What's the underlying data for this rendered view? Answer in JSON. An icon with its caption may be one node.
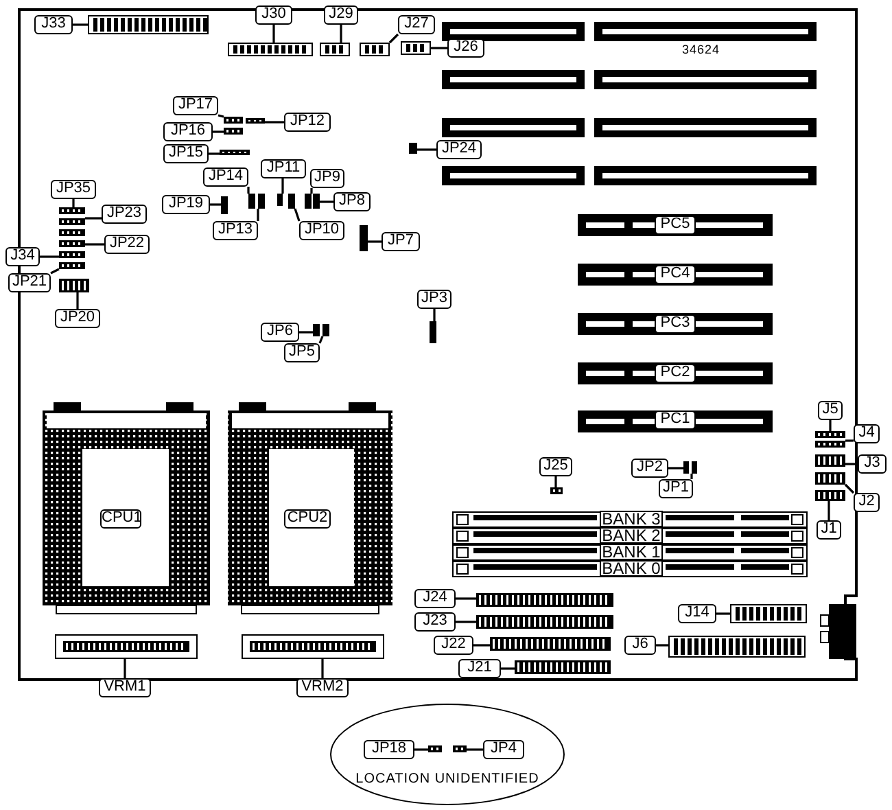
{
  "diagram": {
    "nodes": [
      {
        "text": [
          "J33"
        ]
      },
      {
        "text": [
          "J30"
        ]
      },
      {
        "text": [
          "J29"
        ]
      },
      {
        "text": [
          "J27"
        ]
      },
      {
        "text": [
          "J26"
        ]
      },
      {
        "text": [
          "JP17"
        ]
      },
      {
        "text": [
          "JP12"
        ]
      },
      {
        "text": [
          "JP16"
        ]
      },
      {
        "text": [
          "JP24"
        ]
      },
      {
        "text": [
          "JP15"
        ]
      },
      {
        "text": [
          "JP11"
        ]
      },
      {
        "text": [
          "JP14"
        ]
      },
      {
        "text": [
          "JP9"
        ]
      },
      {
        "text": [
          "JP35"
        ]
      },
      {
        "text": [
          "JP19"
        ]
      },
      {
        "text": [
          "JP8"
        ]
      },
      {
        "text": [
          "JP23"
        ]
      },
      {
        "text": [
          "PC5"
        ]
      },
      {
        "text": [
          "JP13"
        ]
      },
      {
        "text": [
          "JP10"
        ]
      },
      {
        "text": [
          "JP22"
        ]
      },
      {
        "text": [
          "JP7"
        ]
      },
      {
        "text": [
          "J34"
        ]
      },
      {
        "text": [
          "JP21"
        ]
      },
      {
        "text": [
          "PC4"
        ]
      },
      {
        "text": [
          "JP3"
        ]
      },
      {
        "text": [
          "JP20"
        ]
      },
      {
        "text": [
          "PC3"
        ]
      },
      {
        "text": [
          "JP6"
        ]
      },
      {
        "text": [
          "JP5"
        ]
      },
      {
        "text": [
          "PC2"
        ]
      },
      {
        "text": [
          "J5"
        ]
      },
      {
        "text": [
          "PC1"
        ]
      },
      {
        "text": [
          "J4"
        ]
      },
      {
        "text": [
          "J25"
        ]
      },
      {
        "text": [
          "JP2"
        ]
      },
      {
        "text": [
          "J3"
        ]
      },
      {
        "text": [
          "JP1"
        ]
      },
      {
        "text": [
          "J2"
        ]
      },
      {
        "text": [
          "J1"
        ]
      },
      {
        "text": [
          "CPU1"
        ]
      },
      {
        "text": [
          "CPU2"
        ]
      },
      {
        "text": [
          "BANK 3"
        ]
      },
      {
        "text": [
          "BANK 2"
        ]
      },
      {
        "text": [
          "BANK 1"
        ]
      },
      {
        "text": [
          "BANK 0"
        ]
      },
      {
        "text": [
          "J24"
        ]
      },
      {
        "text": [
          "J14"
        ]
      },
      {
        "text": [
          "J23"
        ]
      },
      {
        "text": [
          "J22"
        ]
      },
      {
        "text": [
          "J6"
        ]
      },
      {
        "text": [
          "J21"
        ]
      },
      {
        "text": [
          "VRM1"
        ]
      },
      {
        "text": [
          "VRM2"
        ]
      },
      {
        "text": [
          "LOCATION UNIDENTIFIED"
        ]
      },
      {
        "text": [
          "JP18"
        ],
        "in": 54
      },
      {
        "text": [
          "JP4"
        ],
        "in": 54
      },
      {
        "text": [],
        "shape": "box"
      },
      {
        "text": [],
        "shape": "box"
      },
      {
        "text": [],
        "shape": "box"
      },
      {
        "text": [],
        "shape": "box"
      },
      {
        "text": [],
        "shape": "box"
      },
      {
        "text": [],
        "shape": "box"
      },
      {
        "text": [],
        "shape": "box"
      },
      {
        "text": [],
        "shape": "box"
      },
      {
        "text": [],
        "shape": "box"
      },
      {
        "text": [],
        "shape": "box"
      },
      {
        "text": [],
        "shape": "box"
      },
      {
        "text": [],
        "shape": "box"
      },
      {
        "text": [],
        "shape": "box"
      },
      {
        "text": [],
        "shape": "box"
      },
      {
        "text": [],
        "shape": "box"
      },
      {
        "text": [],
        "shape": "box"
      },
      {
        "text": [],
        "shape": "box"
      },
      {
        "text": [],
        "shape": "box"
      },
      {
        "text": [],
        "shape": "box"
      },
      {
        "text": [],
        "shape": "box"
      },
      {
        "text": [],
        "shape": "box"
      },
      {
        "text": [],
        "shape": "box"
      },
      {
        "text": [],
        "shape": "box"
      },
      {
        "text": [],
        "shape": "box"
      },
      {
        "text": [],
        "shape": "box"
      },
      {
        "text": [],
        "shape": "box"
      },
      {
        "text": [],
        "shape": "box"
      },
      {
        "text": [],
        "shape": "box"
      },
      {
        "text": [],
        "shape": "box"
      },
      {
        "text": [],
        "shape": "box"
      },
      {
        "text": [],
        "shape": "box"
      },
      {
        "text": [],
        "shape": "box"
      },
      {
        "text": [],
        "shape": "box"
      },
      {
        "text": [],
        "shape": "box"
      },
      {
        "text": [],
        "shape": "box"
      },
      {
        "text": [],
        "shape": "box"
      },
      {
        "text": [],
        "shape": "box"
      },
      {
        "text": [],
        "shape": "box"
      },
      {
        "text": [],
        "shape": "box"
      },
      {
        "text": [],
        "shape": "box"
      },
      {
        "text": [],
        "shape": "box"
      },
      {
        "text": [],
        "shape": "box"
      },
      {
        "text": [],
        "shape": "box"
      },
      {
        "text": [],
        "shape": "box",
        "in": 54
      },
      {
        "text": [],
        "shape": "box",
        "in": 54
      }
    ],
    "edges": [
      {
        "from": 0,
        "to": 57,
        "arrow": "none"
      },
      {
        "from": 1,
        "to": 58,
        "arrow": "none"
      },
      {
        "from": 2,
        "to": 59,
        "arrow": "none"
      },
      {
        "from": 3,
        "to": 60,
        "arrow": "none"
      },
      {
        "from": 4,
        "to": 61,
        "arrow": "none"
      },
      {
        "from": 5,
        "to": 62,
        "arrow": "none"
      },
      {
        "from": 6,
        "to": 63,
        "arrow": "none"
      },
      {
        "from": 7,
        "to": 64,
        "arrow": "none"
      },
      {
        "from": 8,
        "to": 65,
        "arrow": "none"
      },
      {
        "from": 9,
        "to": 66,
        "arrow": "none"
      },
      {
        "from": 10,
        "to": 67,
        "arrow": "none"
      },
      {
        "from": 11,
        "to": 68,
        "arrow": "none"
      },
      {
        "from": 12,
        "to": 69,
        "arrow": "none"
      },
      {
        "from": 13,
        "to": 70,
        "arrow": "none"
      },
      {
        "from": 14,
        "to": 71,
        "arrow": "none"
      },
      {
        "from": 15,
        "to": 72,
        "arrow": "none"
      },
      {
        "from": 16,
        "to": 73,
        "arrow": "none"
      },
      {
        "from": 18,
        "to": 74,
        "arrow": "none"
      },
      {
        "from": 19,
        "to": 75,
        "arrow": "none"
      },
      {
        "from": 20,
        "to": 76,
        "arrow": "none"
      },
      {
        "from": 21,
        "to": 77,
        "arrow": "none"
      },
      {
        "from": 22,
        "to": 78,
        "arrow": "none"
      },
      {
        "from": 23,
        "to": 79,
        "arrow": "none"
      },
      {
        "from": 25,
        "to": 80,
        "arrow": "none"
      },
      {
        "from": 26,
        "to": 81,
        "arrow": "none"
      },
      {
        "from": 28,
        "to": 82,
        "arrow": "none"
      },
      {
        "from": 29,
        "to": 83,
        "arrow": "none"
      },
      {
        "from": 31,
        "to": 84,
        "arrow": "none"
      },
      {
        "from": 33,
        "to": 85,
        "arrow": "none"
      },
      {
        "from": 34,
        "to": 86,
        "arrow": "none"
      },
      {
        "from": 35,
        "to": 87,
        "arrow": "none"
      },
      {
        "from": 36,
        "to": 88,
        "arrow": "none"
      },
      {
        "from": 37,
        "to": 89,
        "arrow": "none"
      },
      {
        "from": 38,
        "to": 90,
        "arrow": "none"
      },
      {
        "from": 39,
        "to": 91,
        "arrow": "none"
      },
      {
        "from": 46,
        "to": 92,
        "arrow": "none"
      },
      {
        "from": 47,
        "to": 93,
        "arrow": "none"
      },
      {
        "from": 48,
        "to": 94,
        "arrow": "none"
      },
      {
        "from": 49,
        "to": 95,
        "arrow": "none"
      },
      {
        "from": 50,
        "to": 96,
        "arrow": "none"
      },
      {
        "from": 51,
        "to": 97,
        "arrow": "none"
      },
      {
        "from": 52,
        "to": 98,
        "arrow": "none"
      },
      {
        "from": 53,
        "to": 99,
        "arrow": "none"
      },
      {
        "from": 55,
        "to": 100,
        "arrow": "none"
      },
      {
        "from": 56,
        "to": 101,
        "arrow": "none"
      }
    ],
    "labels": [
      "34624"
    ]
  }
}
